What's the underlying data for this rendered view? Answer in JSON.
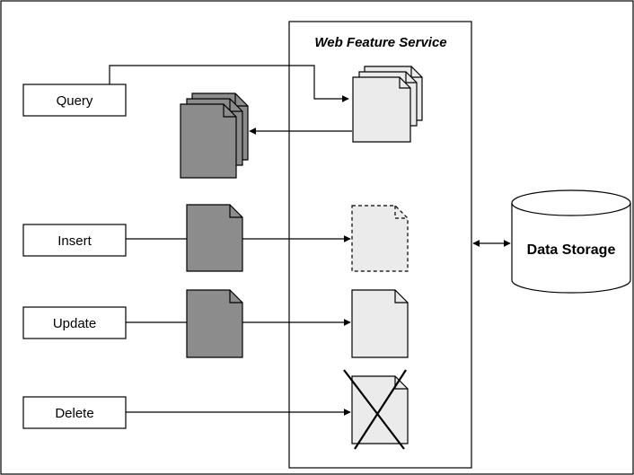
{
  "diagram": {
    "service_title": "Web Feature Service",
    "operations": {
      "query": "Query",
      "insert": "Insert",
      "update": "Update",
      "delete": "Delete"
    },
    "storage_label": "Data Storage"
  },
  "colors": {
    "dark_document": "#8c8c8c",
    "light_document": "#ebebeb",
    "outline": "#000000",
    "background": "#ffffff"
  }
}
